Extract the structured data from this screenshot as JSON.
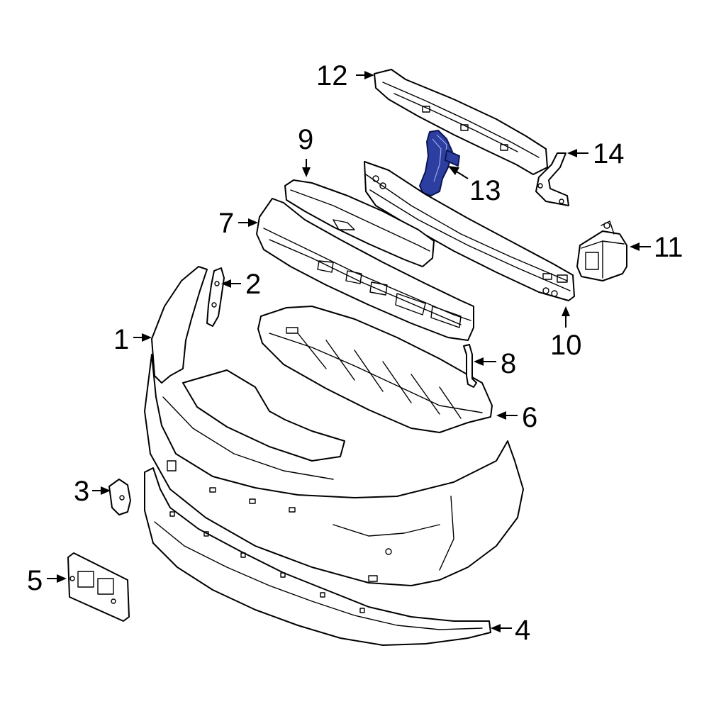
{
  "diagram": {
    "highlight_color": "#2c3fa0",
    "callouts": [
      {
        "id": "c1",
        "label": "1"
      },
      {
        "id": "c2",
        "label": "2"
      },
      {
        "id": "c3",
        "label": "3"
      },
      {
        "id": "c4",
        "label": "4"
      },
      {
        "id": "c5",
        "label": "5"
      },
      {
        "id": "c6",
        "label": "6"
      },
      {
        "id": "c7",
        "label": "7"
      },
      {
        "id": "c8",
        "label": "8"
      },
      {
        "id": "c9",
        "label": "9"
      },
      {
        "id": "c10",
        "label": "10"
      },
      {
        "id": "c11",
        "label": "11"
      },
      {
        "id": "c12",
        "label": "12"
      },
      {
        "id": "c13",
        "label": "13"
      },
      {
        "id": "c14",
        "label": "14"
      }
    ]
  }
}
